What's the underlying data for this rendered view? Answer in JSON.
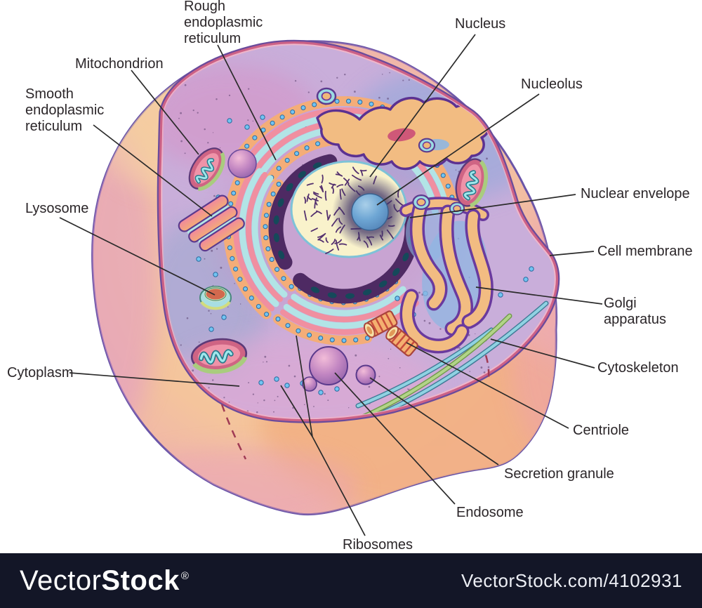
{
  "figure": {
    "subject": "Animal cell anatomy diagram, cut-away illustration"
  },
  "labels": [
    {
      "id": "rough-endoplasmic-reticulum",
      "text": "Rough\nendoplasmic\nreticulum"
    },
    {
      "id": "mitochondrion",
      "text": "Mitochondrion"
    },
    {
      "id": "smooth-endoplasmic-reticulum",
      "text": "Smooth\nendoplasmic\nreticulum"
    },
    {
      "id": "lysosome",
      "text": "Lysosome"
    },
    {
      "id": "cytoplasm",
      "text": "Cytoplasm"
    },
    {
      "id": "nucleus",
      "text": "Nucleus"
    },
    {
      "id": "nucleolus",
      "text": "Nucleolus"
    },
    {
      "id": "nuclear-envelope",
      "text": "Nuclear envelope"
    },
    {
      "id": "cell-membrane",
      "text": "Cell membrane"
    },
    {
      "id": "golgi-apparatus",
      "text": "Golgi apparatus"
    },
    {
      "id": "cytoskeleton",
      "text": "Cytoskeleton"
    },
    {
      "id": "centriole",
      "text": "Centriole"
    },
    {
      "id": "secretion-granule",
      "text": "Secretion granule"
    },
    {
      "id": "endosome",
      "text": "Endosome"
    },
    {
      "id": "ribosomes",
      "text": "Ribosomes"
    }
  ],
  "watermark": {
    "logo_light": "Vector",
    "logo_bold": "Stock",
    "registered": "®",
    "url_text": "VectorStock.com/4102931"
  },
  "palette": {
    "background": "#ffffff",
    "watermark_bar": "#131627",
    "label_text": "#2b2629",
    "cell_outer": "#f6cf9e",
    "cell_membrane_band": "#cc6186",
    "cytoplasm_inner": "#c9aeda",
    "nucleus": "#f9f2cb",
    "nucleolus": "#6ea6d4",
    "rough_er_teal": "#b2e4e6",
    "rough_er_salmon": "#f08fa0",
    "er_orange": "#f4ad78",
    "ribosome_dot": "#72c4f2",
    "golgi_orange": "#f2bc82",
    "golgi_outline": "#6a3a9e",
    "cytoskeleton_green": "#b2d488",
    "cytoskeleton_teal": "#8fd2e2"
  }
}
